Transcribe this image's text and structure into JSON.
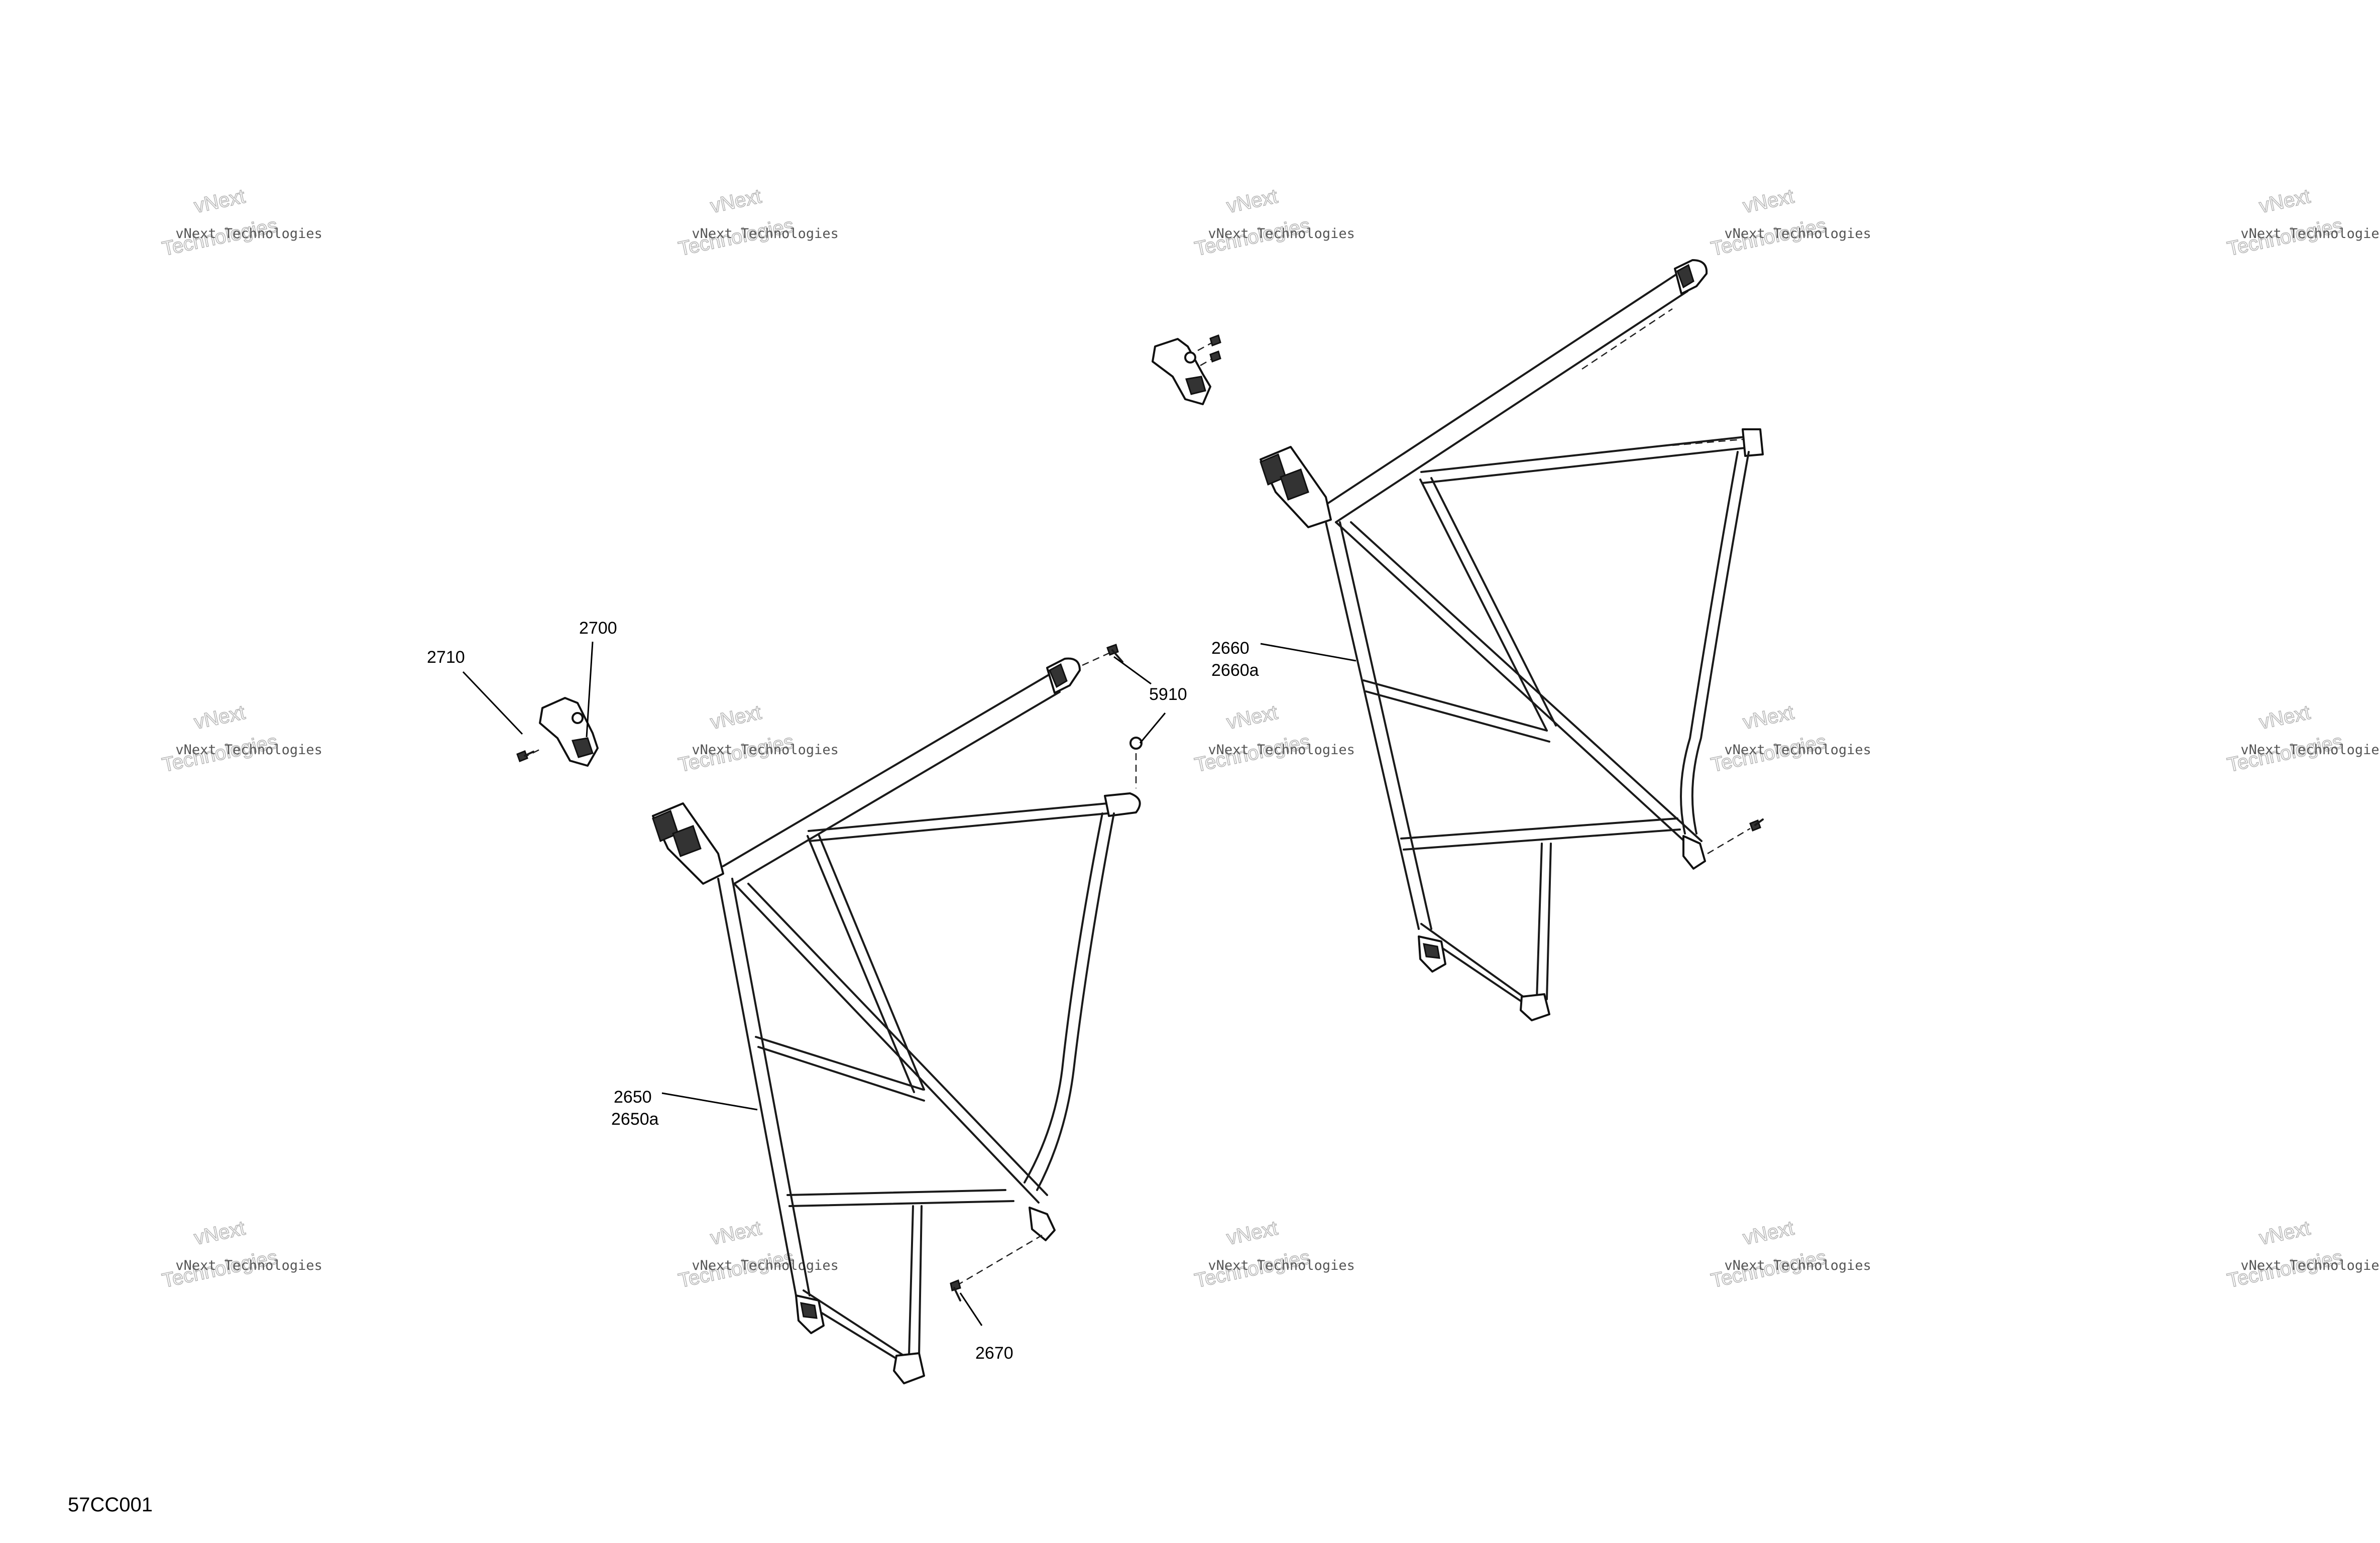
{
  "figure_id": "57CC001",
  "callouts": {
    "c2700": "2700",
    "c2710": "2710",
    "c5910": "5910",
    "c2650": "2650",
    "c2650a": "2650a",
    "c2660": "2660",
    "c2660a": "2660a",
    "c2670": "2670"
  },
  "watermark": {
    "line1": "vNext Technologies",
    "line2": "vNext",
    "line3": "Technologies"
  }
}
